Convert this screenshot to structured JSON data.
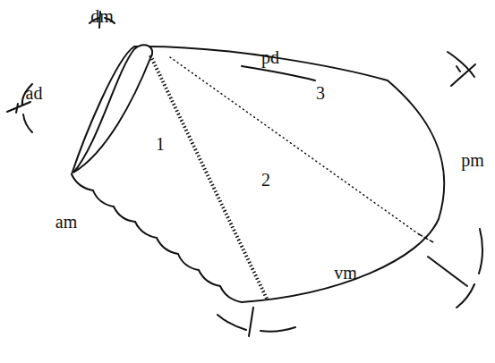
{
  "diagram": {
    "labels": [
      "dm",
      "pd",
      "ad",
      "3",
      "1",
      "2",
      "pm",
      "am",
      "vm"
    ]
  }
}
